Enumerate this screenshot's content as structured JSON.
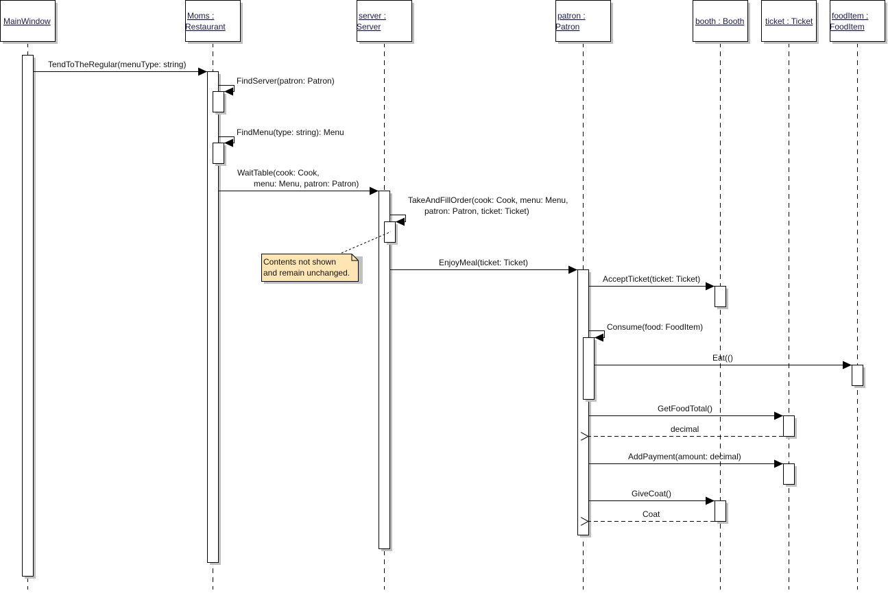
{
  "diagram": {
    "type": "UML sequence diagram",
    "colors": {
      "line": "#000000",
      "shadow": "#c0c0c0",
      "note_fill": "#ffe5b4",
      "note_border": "#000000",
      "background": "#ffffff"
    },
    "lifelines": [
      {
        "id": "mainwindow",
        "lines": [
          "MainWindow"
        ]
      },
      {
        "id": "moms",
        "lines": [
          "Moms :",
          "Restaurant"
        ]
      },
      {
        "id": "server",
        "lines": [
          "server :",
          "Server"
        ]
      },
      {
        "id": "patron",
        "lines": [
          "patron :",
          "Patron"
        ]
      },
      {
        "id": "booth",
        "lines": [
          "booth : Booth"
        ]
      },
      {
        "id": "ticket",
        "lines": [
          "ticket : Ticket"
        ]
      },
      {
        "id": "fooditem",
        "lines": [
          "foodItem :",
          "FoodItem"
        ]
      }
    ],
    "messages": [
      {
        "id": "m1",
        "kind": "call",
        "from": "mainwindow",
        "to": "moms",
        "lines": [
          "TendToTheRegular(menuType: string)"
        ]
      },
      {
        "id": "m2",
        "kind": "self",
        "from": "moms",
        "to": "moms",
        "lines": [
          "FindServer(patron: Patron)"
        ]
      },
      {
        "id": "m3",
        "kind": "self",
        "from": "moms",
        "to": "moms",
        "lines": [
          "FindMenu(type: string): Menu"
        ]
      },
      {
        "id": "m4",
        "kind": "call",
        "from": "moms",
        "to": "server",
        "lines": [
          "WaitTable(cook: Cook,",
          "menu: Menu, patron: Patron)"
        ]
      },
      {
        "id": "m5",
        "kind": "self",
        "from": "server",
        "to": "server",
        "lines": [
          "TakeAndFillOrder(cook: Cook, menu: Menu,",
          "patron: Patron, ticket: Ticket)"
        ]
      },
      {
        "id": "m6",
        "kind": "call",
        "from": "server",
        "to": "patron",
        "lines": [
          "EnjoyMeal(ticket: Ticket)"
        ]
      },
      {
        "id": "m7",
        "kind": "call",
        "from": "patron",
        "to": "booth",
        "lines": [
          "AcceptTicket(ticket: Ticket)"
        ]
      },
      {
        "id": "m8",
        "kind": "self",
        "from": "patron",
        "to": "patron",
        "lines": [
          "Consume(food: FoodItem)"
        ]
      },
      {
        "id": "m9",
        "kind": "call",
        "from": "patron",
        "to": "fooditem",
        "lines": [
          "Eat(()"
        ]
      },
      {
        "id": "m10",
        "kind": "call",
        "from": "patron",
        "to": "ticket",
        "lines": [
          "GetFoodTotal()"
        ]
      },
      {
        "id": "m11",
        "kind": "return",
        "from": "ticket",
        "to": "patron",
        "lines": [
          "decimal"
        ]
      },
      {
        "id": "m12",
        "kind": "call",
        "from": "patron",
        "to": "ticket",
        "lines": [
          "AddPayment(amount: decimal)"
        ]
      },
      {
        "id": "m13",
        "kind": "call",
        "from": "patron",
        "to": "booth",
        "lines": [
          "GiveCoat()"
        ]
      },
      {
        "id": "m14",
        "kind": "return",
        "from": "booth",
        "to": "patron",
        "lines": [
          "Coat"
        ]
      }
    ],
    "note": {
      "lines": [
        "Contents not shown",
        "and remain unchanged."
      ],
      "attached_to": "m5"
    }
  }
}
